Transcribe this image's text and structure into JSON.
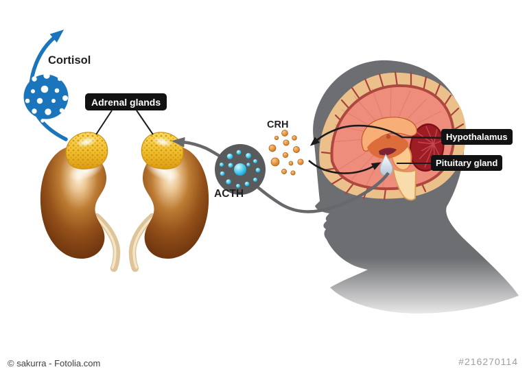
{
  "labels": {
    "cortisol": "Cortisol",
    "adrenal_glands": "Adrenal glands",
    "crh": "CRH",
    "acth": "ACTH",
    "hypothalamus": "Hypothalamus",
    "pituitary_gland": "Pituitary gland"
  },
  "footer": {
    "credit": "© sakurra - Fotolia.com",
    "image_number": "#216270114"
  },
  "colors": {
    "cortisol_blue": "#1b75bc",
    "acth_circle_gray": "#595a5c",
    "acth_molecule_cyan": "#27b9e6",
    "crh_molecule_orange": "#d98a33",
    "head_silhouette_gray": "#6d6e71",
    "label_box_black": "#121212",
    "kidney_brown": "#8a4616",
    "adrenal_yellow": "#f2c12e",
    "brain_cortex_tan": "#ecc08b",
    "brain_inner_salmon": "#ef8d7d",
    "cerebellum_red": "#9e1c24"
  }
}
